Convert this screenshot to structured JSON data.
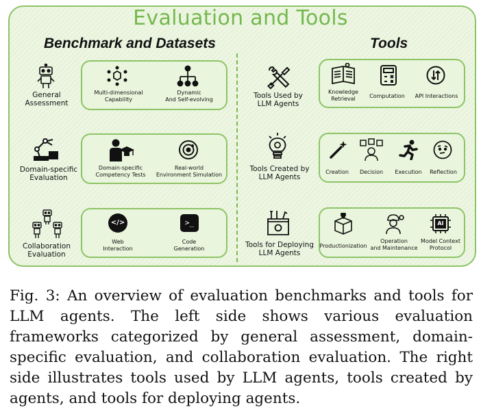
{
  "title": "Evaluation and Tools",
  "left_section": {
    "heading": "Benchmark and Datasets",
    "rows": [
      {
        "label": "General\nAssessment",
        "items": [
          "Multi-dimensional\nCapability",
          "Dynamic\nAnd Self-evolving"
        ]
      },
      {
        "label": "Domain-specific\nEvaluation",
        "items": [
          "Domain-specific\nCompetency Tests",
          "Real-world\nEnvironment Simulation"
        ]
      },
      {
        "label": "Collaboration\nEvaluation",
        "items": [
          "Web\nInteraction",
          "Code\nGeneration"
        ]
      }
    ]
  },
  "right_section": {
    "heading": "Tools",
    "rows": [
      {
        "label": "Tools Used by\nLLM Agents",
        "items": [
          "Knowledge\nRetrieval",
          "Computation",
          "API Interactions"
        ]
      },
      {
        "label": "Tools Created by\nLLM Agents",
        "items": [
          "Creation",
          "Decision",
          "Execution",
          "Reflection"
        ]
      },
      {
        "label": "Tools for Deploying\nLLM Agents",
        "items": [
          "Productionization",
          "Operation\nand Maintenance",
          "Model Context\nProtocol"
        ]
      }
    ]
  },
  "icons": {
    "code_glyph": "</>",
    "terminal_glyph": ">_",
    "ai_glyph": "AI"
  },
  "caption": "Fig. 3: An overview of evaluation benchmarks and tools for LLM agents. The left side shows various evaluation frameworks categorized by general assessment, domain-specific evaluation, and collaboration evaluation. The right side illustrates tools used by LLM agents, tools created by agents, and tools for deploying agents.",
  "colors": {
    "accent": "#74b84e",
    "border": "#8cc466",
    "box_fill": "#e9f5dc"
  }
}
